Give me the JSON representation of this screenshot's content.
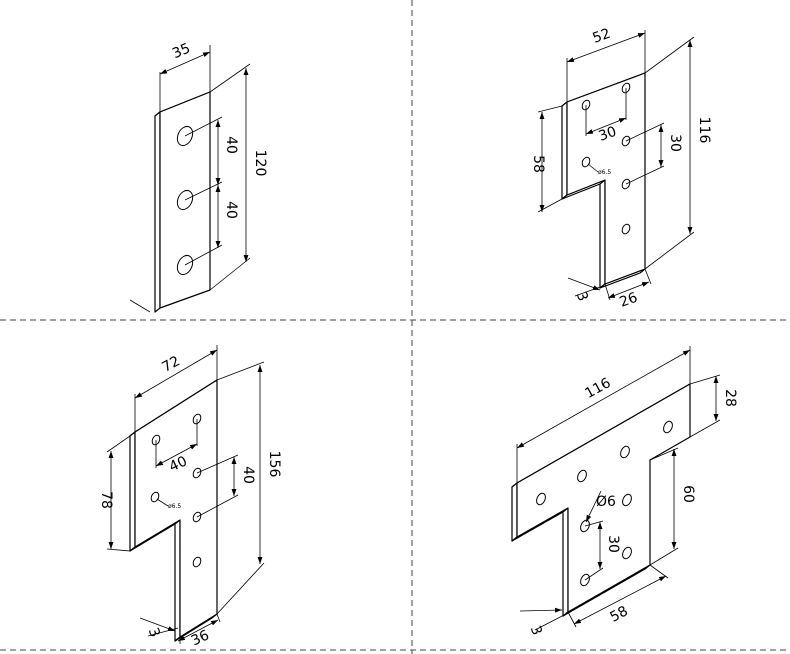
{
  "panel_1": {
    "width": "35",
    "height": "120",
    "pitch_1": "40",
    "pitch_2": "40"
  },
  "panel_2": {
    "width": "52",
    "height": "116",
    "arm_height": "58",
    "hole_gap_x": "30",
    "hole_gap_y": "30",
    "stem_width": "26",
    "thickness": "3",
    "hole_label": "ø6.5"
  },
  "panel_3": {
    "width": "72",
    "height": "156",
    "arm_height": "78",
    "hole_gap_x": "40",
    "hole_gap_y": "40",
    "stem_width": "36",
    "thickness": "3",
    "hole_label": "ø6.5"
  },
  "panel_4": {
    "width": "116",
    "height": "28",
    "stem_height": "60",
    "hole_label": "Ø6",
    "hole_gap": "30",
    "stem_width": "58",
    "thickness": "3"
  }
}
